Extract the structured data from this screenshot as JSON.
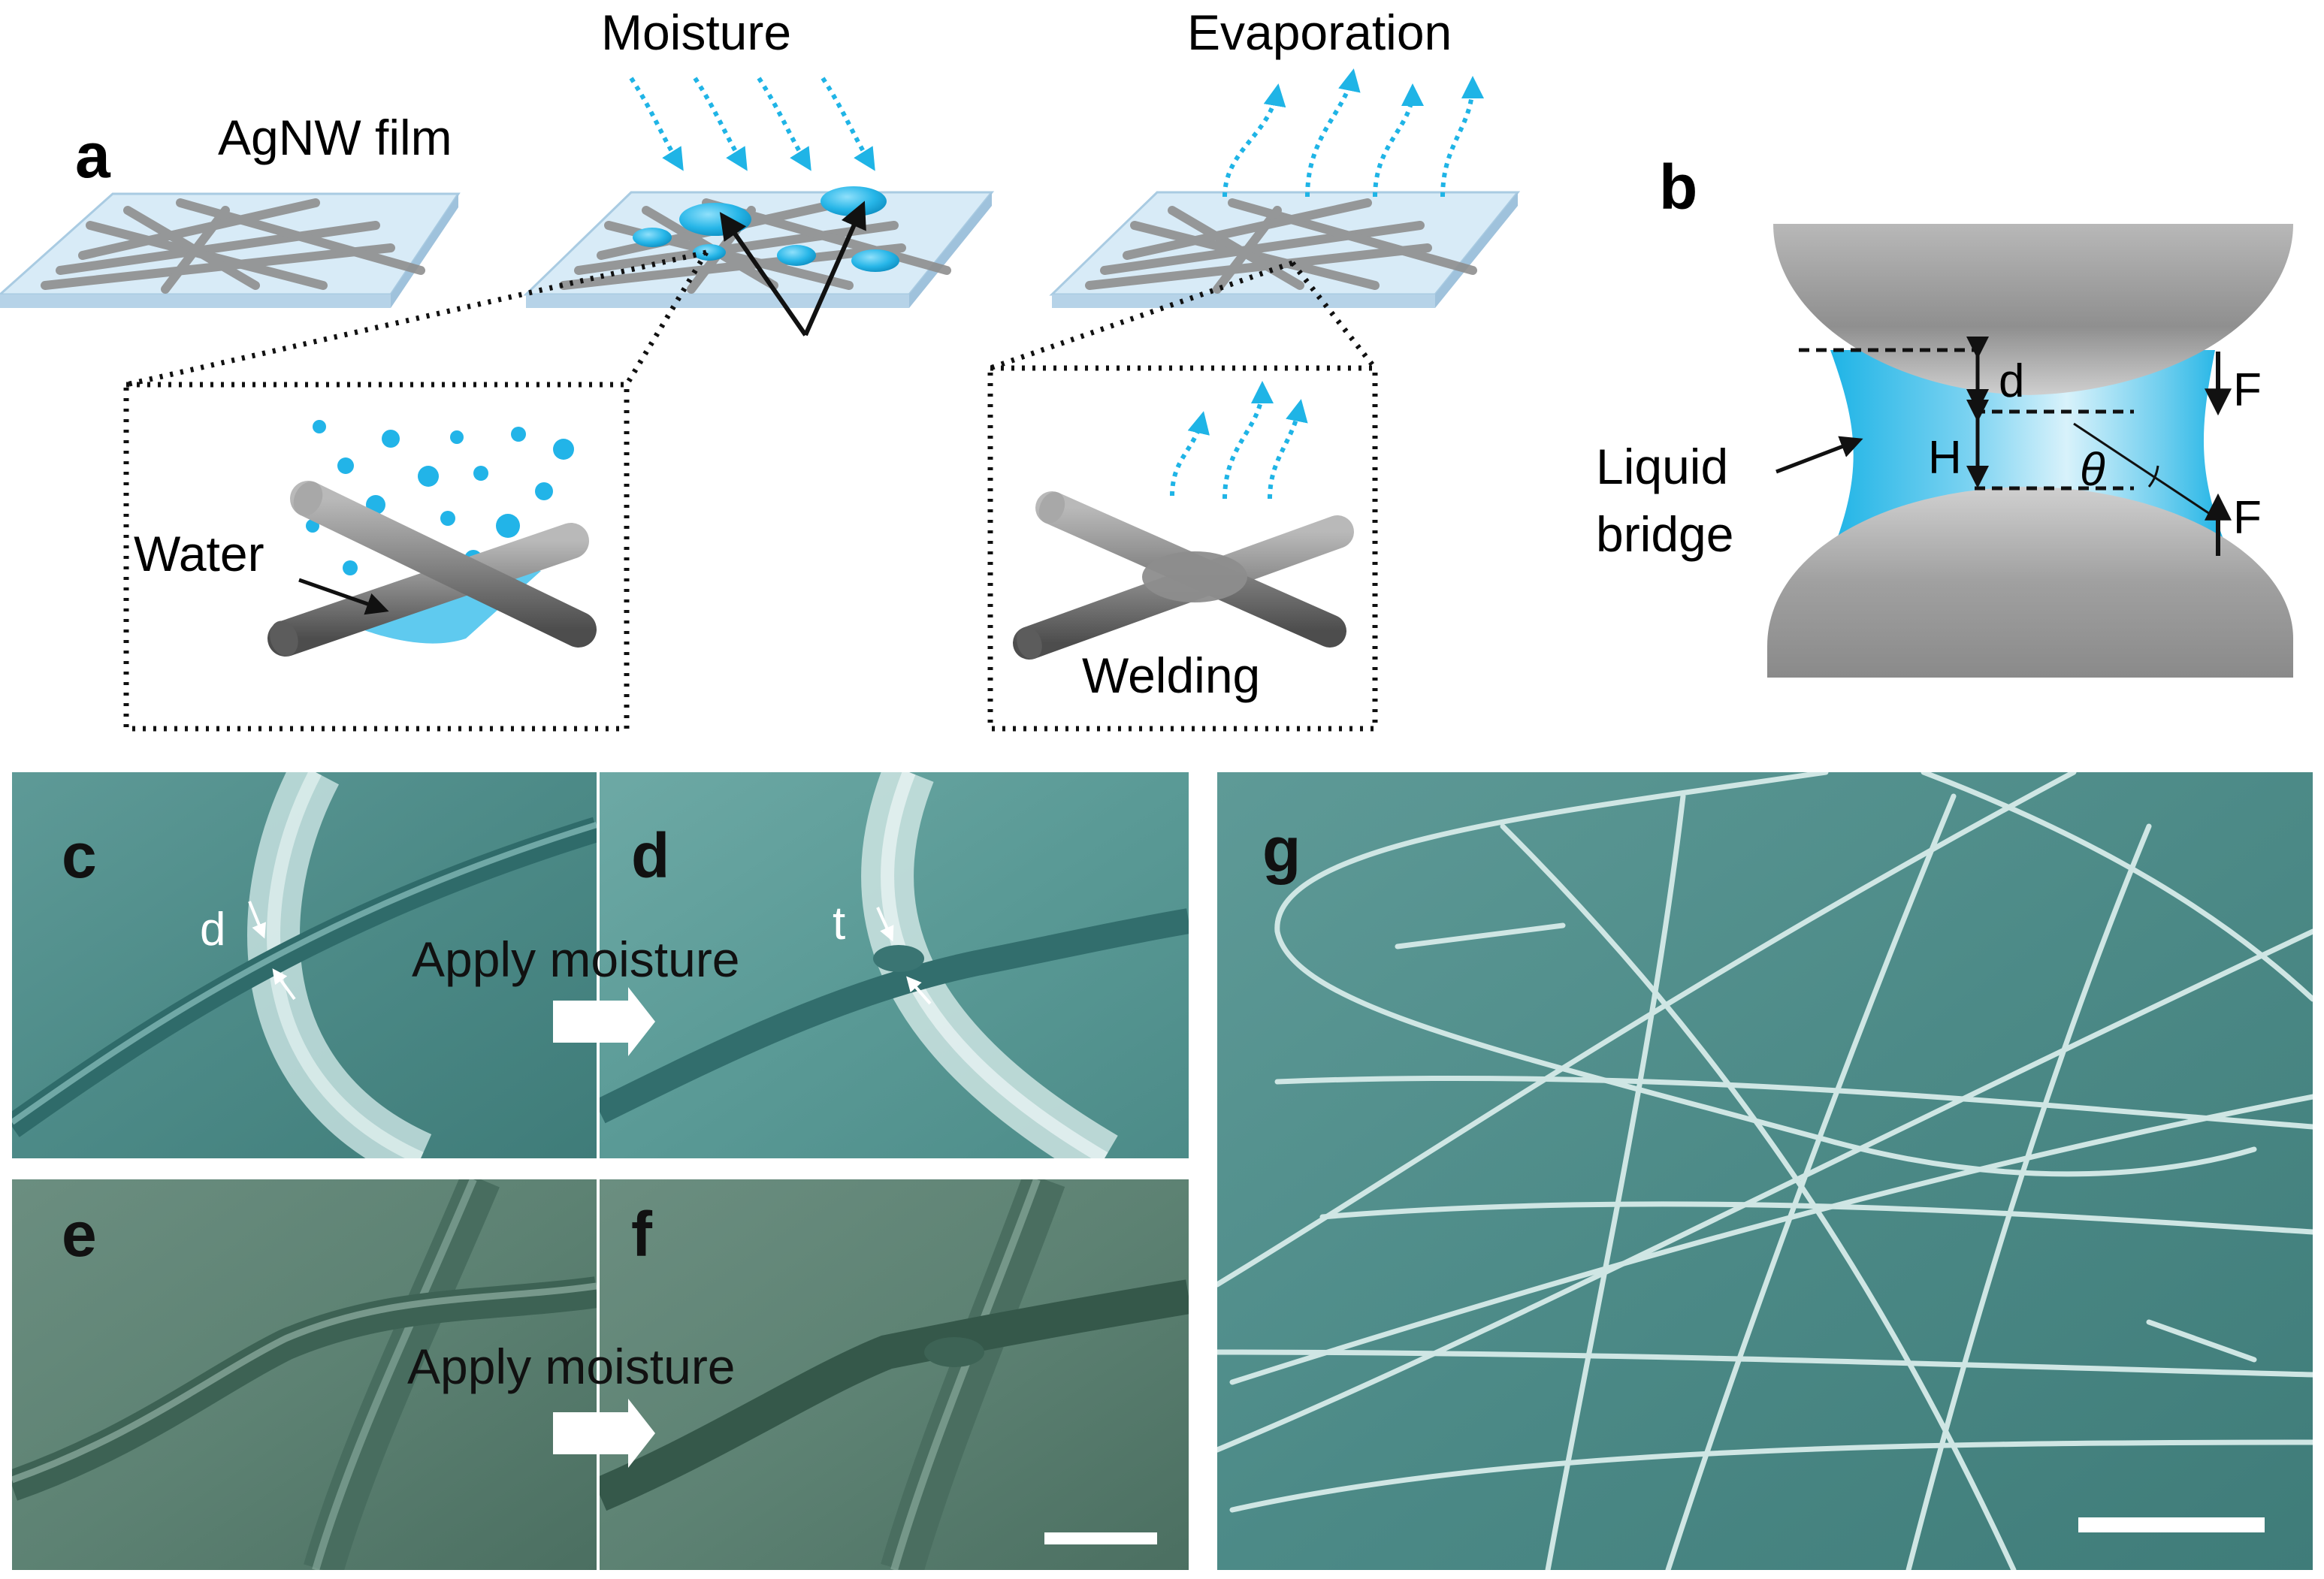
{
  "panel_a": {
    "letter": "a",
    "film_label": "AgNW film",
    "moisture_label": "Moisture",
    "evaporation_label": "Evaporation",
    "water_label": "Water",
    "welding_label": "Welding"
  },
  "panel_b": {
    "letter": "b",
    "d_label": "d",
    "h_label": "H",
    "theta_label": "θ",
    "force_top_label": "F",
    "force_bottom_label": "F",
    "bridge_line1": "Liquid",
    "bridge_line2": "bridge"
  },
  "panel_c": {
    "letter": "c",
    "d_label": "d"
  },
  "panel_d": {
    "letter": "d",
    "t_label": "t"
  },
  "panel_e": {
    "letter": "e"
  },
  "panel_f": {
    "letter": "f"
  },
  "panel_g": {
    "letter": "g"
  },
  "arrows": {
    "top_action": "Apply moisture",
    "bottom_action": "Apply moisture"
  },
  "colors": {
    "water_blue": "#1fb4e6",
    "water_light": "#bfe9f8",
    "substrate": "#d6e9f5",
    "wire_gray": "#7d7d7d",
    "sem_teal": "#4f8f8c",
    "sem_green": "#5d8273"
  }
}
